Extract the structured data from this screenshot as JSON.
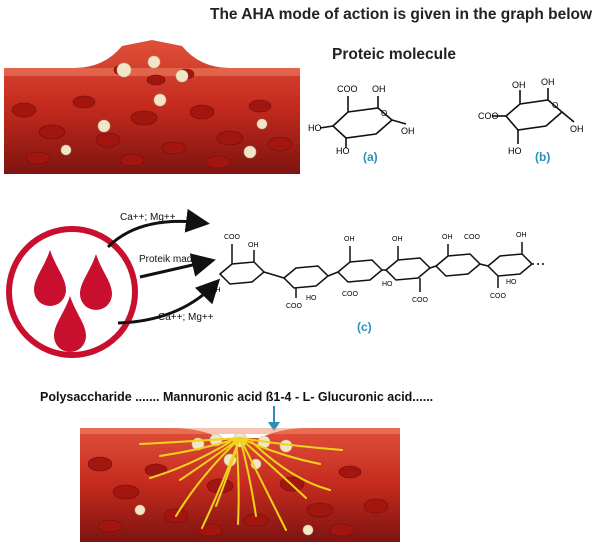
{
  "title": "The AHA mode of action is given in the graph below",
  "subtitle": "Proteic molecule",
  "molecules": {
    "a": {
      "label": "(a)",
      "groups": [
        "COO",
        "OH",
        "HO",
        "HO",
        "OH",
        "O"
      ]
    },
    "b": {
      "label": "(b)",
      "groups": [
        "OH",
        "COO",
        "O",
        "OH",
        "OH",
        "HO"
      ]
    },
    "c": {
      "label": "(c)",
      "groups": [
        "COO",
        "OH",
        "OH",
        "COO",
        "HO",
        "OH",
        "COO",
        "OH",
        "HO",
        "COO",
        "OH",
        "COO",
        "OH",
        "COO",
        "HO"
      ]
    }
  },
  "arrows": {
    "top_label": "Ca++; Mg++",
    "middle_label": "Proteik mad.",
    "bottom_label": "Ca++; Mg++"
  },
  "polysaccharide_caption": "Polysaccharide ....... Mannuronic acid ß1-4 -  L- Glucuronic acid......",
  "colors": {
    "blood_red": "#c8102e",
    "vessel_red": "#b3261e",
    "accent_blue": "#2a8fb8",
    "fiber_yellow": "#f2d21a"
  },
  "illustrations": {
    "top_vessel": "blood-vessel-wound-icon",
    "drops_circle": "blood-drops-icon",
    "bottom_vessel": "blood-vessel-clot-icon"
  }
}
